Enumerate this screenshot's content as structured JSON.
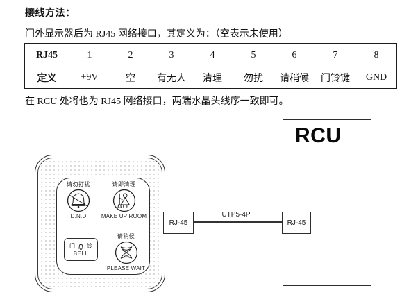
{
  "document": {
    "title": "接线方法：",
    "intro": "门外显示器后为 RJ45 网络接口，其定义为：（空表示未使用）",
    "note": "在 RCU 处将也为 RJ45 网络接口，两端水晶头线序一致即可。"
  },
  "pin_table": {
    "row_header": "RJ45",
    "def_header": "定义",
    "pins": [
      "1",
      "2",
      "3",
      "4",
      "5",
      "6",
      "7",
      "8"
    ],
    "definitions": [
      "+9V",
      "空",
      "有无人",
      "清理",
      "勿扰",
      "请稍候",
      "门铃键",
      "GND"
    ]
  },
  "panel": {
    "dnd": {
      "label_cn": "请勿打扰",
      "label_en": "D.N.D"
    },
    "make_up_room": {
      "label_cn": "请即清理",
      "label_en": "MAKE UP ROOM"
    },
    "bell": {
      "char_left": "门",
      "char_right": "铃",
      "label_en": "BELL"
    },
    "please_wait": {
      "label_cn": "请稍候",
      "label_en": "PLEASE WAIT"
    }
  },
  "wiring": {
    "panel_connector": "RJ-45",
    "cable": "UTP5-4P",
    "rcu_title": "RCU",
    "rcu_connector": "RJ-45"
  },
  "colors": {
    "ink": "#1c1c1c",
    "line": "#333333",
    "background": "#ffffff"
  }
}
